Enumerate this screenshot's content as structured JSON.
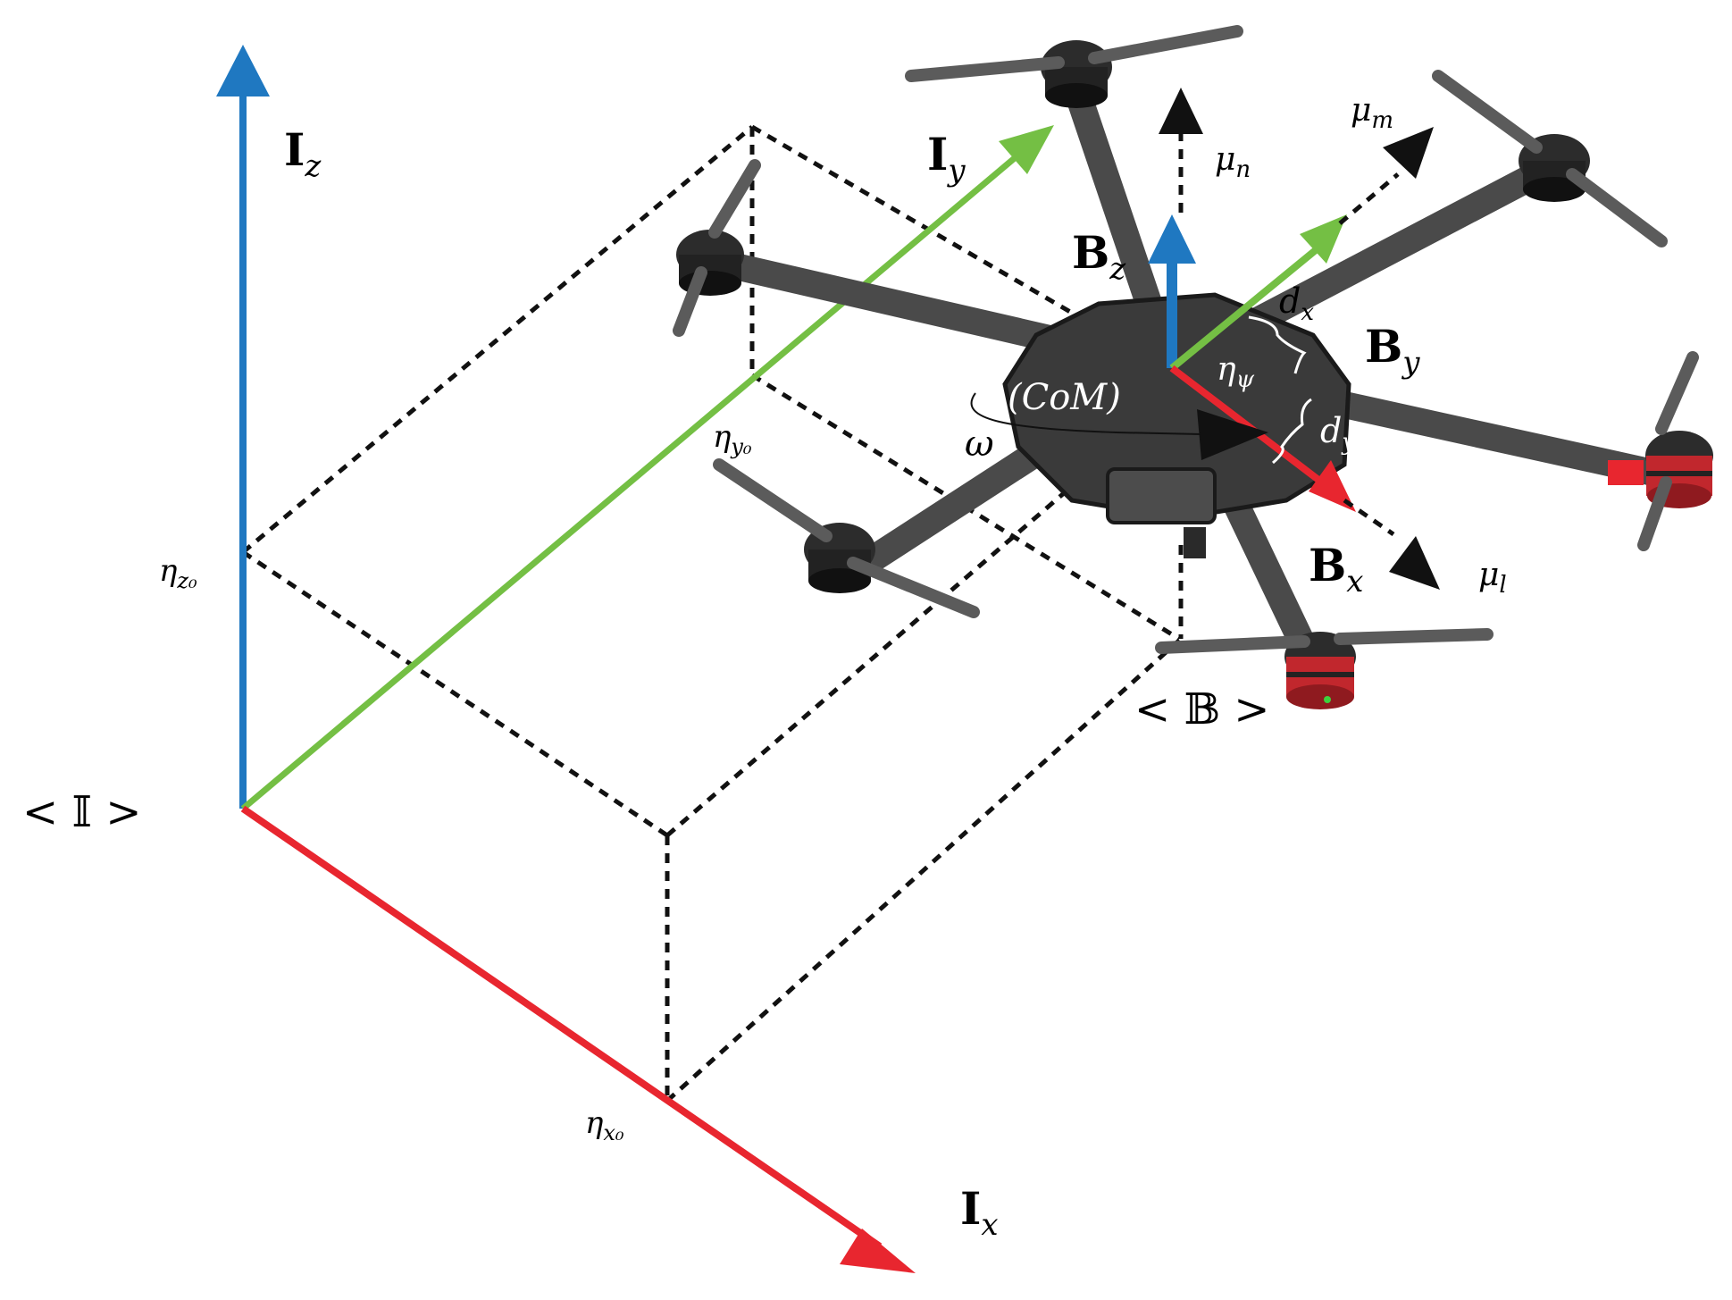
{
  "diagram": {
    "title": "",
    "colors": {
      "x_axis": "#e8262f",
      "y_axis": "#74bf44",
      "z_axis": "#1f78c1",
      "dashed": "#111111",
      "body": "#3a3a3a"
    },
    "inertial_frame": {
      "label": "< 𝕀 >",
      "axes": {
        "x": "I",
        "x_sub": "x",
        "y": "I",
        "y_sub": "y",
        "z": "I",
        "z_sub": "z"
      },
      "offsets": {
        "x": "η",
        "x_sub": "x₀",
        "y": "η",
        "y_sub": "y₀",
        "z": "η",
        "z_sub": "z₀"
      }
    },
    "body_frame": {
      "label": "< 𝔹 >",
      "axes": {
        "x": "B",
        "x_sub": "x",
        "y": "B",
        "y_sub": "y",
        "z": "B",
        "z_sub": "z"
      },
      "com": "(CoM)",
      "yaw": "η",
      "yaw_sub": "ψ",
      "omega": "ω",
      "dx": "d",
      "dx_sub": "x",
      "dy": "d",
      "dy_sub": "y"
    },
    "moments": {
      "l": "μ",
      "l_sub": "l",
      "m": "μ",
      "m_sub": "m",
      "n": "μ",
      "n_sub": "n"
    }
  }
}
